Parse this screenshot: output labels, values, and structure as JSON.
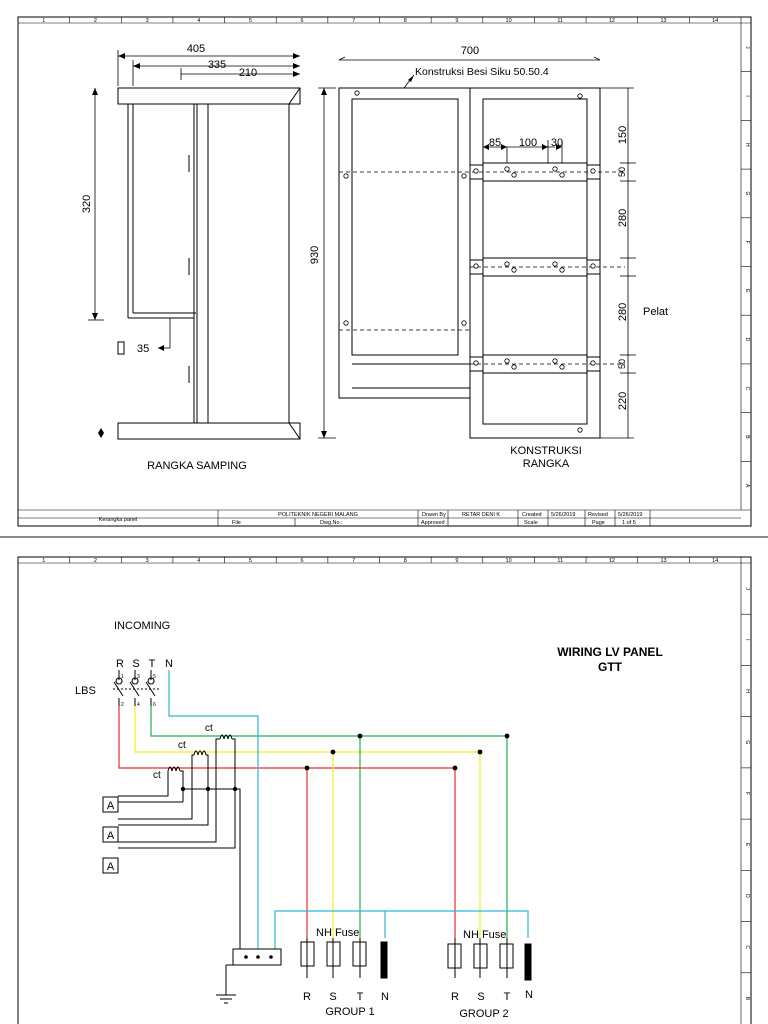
{
  "sheet1": {
    "columns": [
      "1",
      "2",
      "3",
      "4",
      "5",
      "6",
      "7",
      "8",
      "9",
      "10",
      "11",
      "12",
      "13",
      "14"
    ],
    "rows": [
      "J",
      "I",
      "H",
      "G",
      "F",
      "E",
      "D",
      "C",
      "B",
      "A"
    ],
    "side_view": {
      "dim_top_1": "405",
      "dim_top_2": "335",
      "dim_top_3": "210",
      "dim_height": "320",
      "dim_bottom": "35",
      "title": "RANGKA SAMPING"
    },
    "front_view": {
      "dim_width": "700",
      "material_note": "Konstruksi Besi Siku 50.50.4",
      "dim_height": "930",
      "dim_a": "85",
      "dim_b": "100",
      "dim_c": "30",
      "dim_150": "150",
      "dim_50_top": "50",
      "dim_280_top": "280",
      "dim_280_mid": "280",
      "dim_50_bottom": "50",
      "dim_220": "220",
      "plate_label": "Pelat",
      "title_line1": "KONSTRUKSI",
      "title_line2": "RANGKA"
    },
    "title_block": {
      "drawing_name": "Kerangka panel",
      "institution": "POLITEKNIK NEGERI MALANG",
      "file_label": "File",
      "dwg_label": "Dwg.No.:",
      "drawn_by_label": "Drawn By",
      "drawn_by_value": "RETAR DENI K",
      "approved_label": "Approved",
      "created_label": "Created",
      "created_value": "5/26/2019",
      "revised_label": "Revised",
      "revised_value": "5/26/2019",
      "scale_label": "Scale",
      "page_label": "Page",
      "page_value": "1 of 5"
    }
  },
  "sheet2": {
    "columns": [
      "1",
      "2",
      "3",
      "4",
      "5",
      "6",
      "7",
      "8",
      "9",
      "10",
      "11",
      "12",
      "13",
      "14"
    ],
    "rows": [
      "J",
      "I",
      "H",
      "G",
      "F",
      "E",
      "D",
      "C",
      "B"
    ],
    "incoming_label": "INCOMING",
    "phase_labels": [
      "R",
      "S",
      "T",
      "N"
    ],
    "lbs_label": "LBS",
    "switch_numbers_top": [
      "1",
      "3",
      "5"
    ],
    "switch_numbers_bottom": [
      "2",
      "4",
      "6"
    ],
    "ct_label": "ct",
    "ammeter_label": "A",
    "title_line1": "WIRING LV PANEL",
    "title_line2": "GTT",
    "fuse_label": "NH Fuse",
    "group1_label": "GROUP 1",
    "group2_label": "GROUP 2",
    "colors": {
      "R": "#e8302c",
      "S": "#f2ee1c",
      "T": "#22b04a",
      "N": "#2fb6d6"
    }
  }
}
